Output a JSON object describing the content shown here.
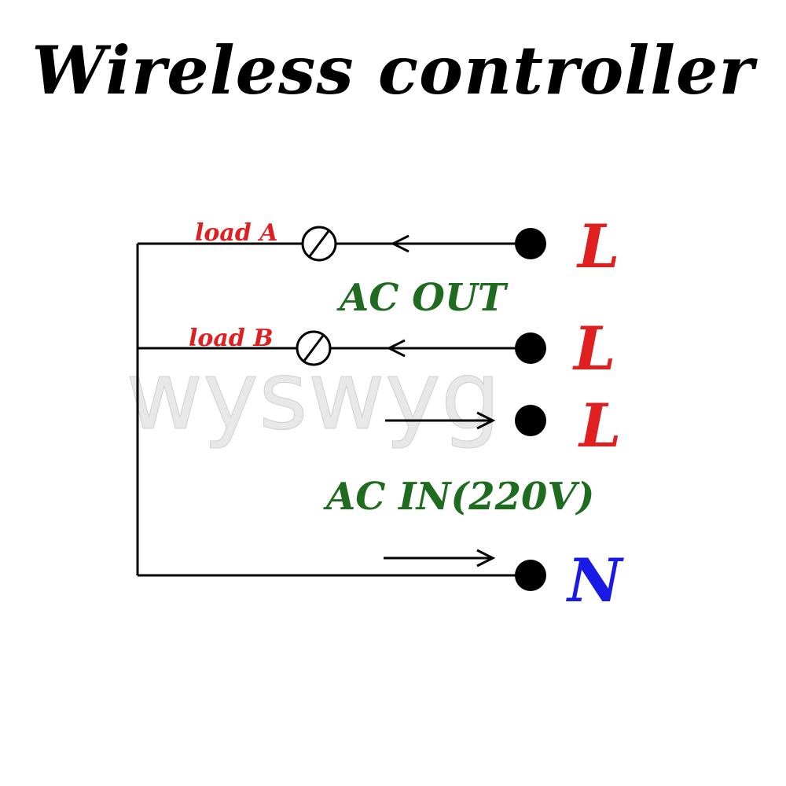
{
  "title": "Wireless controller",
  "watermark": "wyswyg",
  "loads": {
    "a": "load A",
    "b": "load B"
  },
  "sections": {
    "ac_out": "AC OUT",
    "ac_in": "AC IN(220V)"
  },
  "terminals": {
    "t1": "L",
    "t2": "L",
    "t3": "L",
    "t4": "N"
  },
  "colors": {
    "wire": "#000000",
    "load_label": "#e02020",
    "terminal_L": "#e02020",
    "terminal_N": "#1a1ae6",
    "section_label": "#1f6b1f",
    "watermark": "#e8e8e8"
  }
}
